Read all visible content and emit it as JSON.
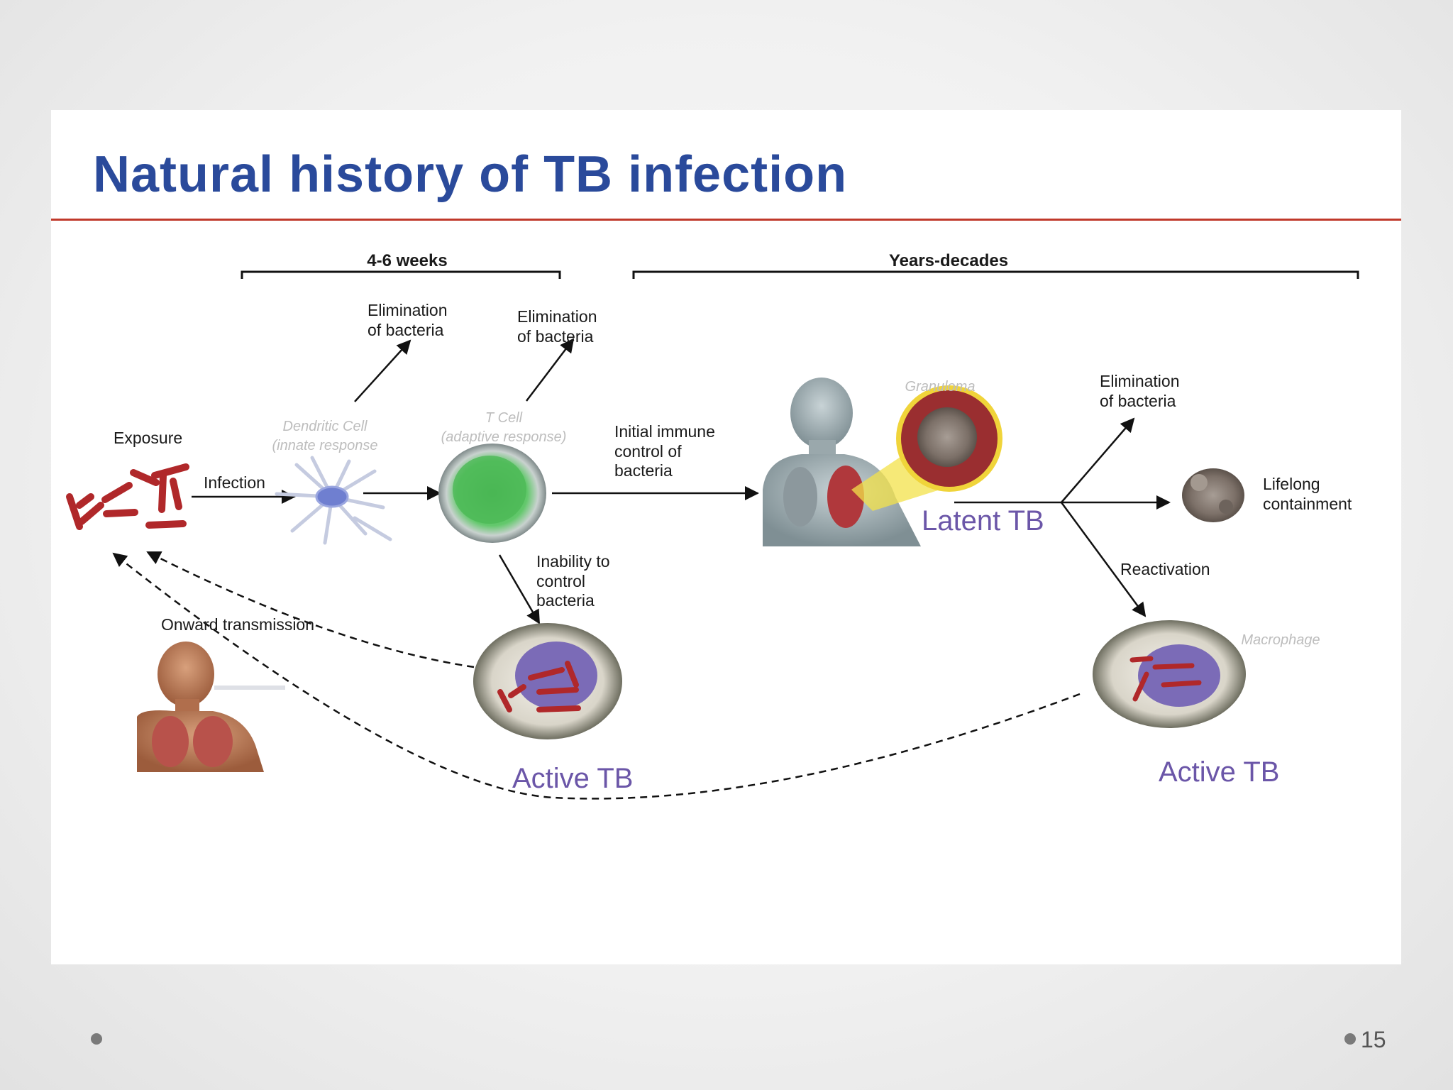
{
  "slide": {
    "title": "Natural history of TB infection",
    "page_number": "15"
  },
  "colors": {
    "title": "#2a4a9b",
    "rule": "#c0392b",
    "stage_label": "#6b56a8",
    "bacteria": "#b0282a",
    "tcell": "#4fbf5a",
    "host_purple": "#7b6bb7"
  },
  "diagram": {
    "timeline": {
      "early": "4-6 weeks",
      "late": "Years-decades"
    },
    "labels": {
      "exposure": "Exposure",
      "infection": "Infection",
      "elimination_innate": [
        "Elimination",
        "of bacteria"
      ],
      "elimination_adaptive": [
        "Elimination",
        "of bacteria"
      ],
      "dendritic_cell": [
        "Dendritic Cell",
        "(innate response"
      ],
      "t_cell": [
        "T Cell",
        "(adaptive response)"
      ],
      "initial_control": [
        "Initial immune",
        "control of",
        "bacteria"
      ],
      "granuloma": "Granuloma",
      "elimination_latent": [
        "Elimination",
        "of bacteria"
      ],
      "lifelong": [
        "Lifelong",
        "containment"
      ],
      "latent_tb": "Latent TB",
      "reactivation": "Reactivation",
      "inability": [
        "Inability to",
        "control",
        "bacteria"
      ],
      "onward": "Onward transmission",
      "macrophage": "Macrophage",
      "active_tb_early": "Active TB",
      "active_tb_late": "Active TB"
    },
    "icons": [
      "bacteria-cluster-icon",
      "dendritic-cell-icon",
      "t-cell-icon",
      "human-torso-lungs-icon",
      "granuloma-icon",
      "infected-macrophage-icon"
    ]
  }
}
